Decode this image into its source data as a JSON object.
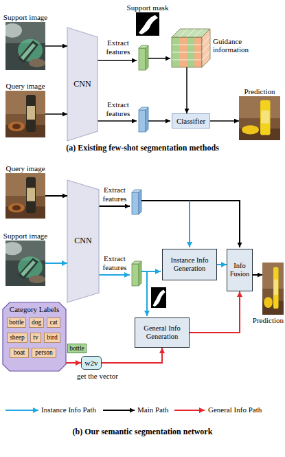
{
  "diagram": {
    "nodes": [
      {
        "text": [
          "Support image"
        ]
      },
      {
        "text": [
          "Support mask"
        ]
      },
      {
        "text": [
          "Guidance information"
        ]
      },
      {
        "text": [
          "CNN"
        ]
      },
      {
        "text": [
          "Prediction"
        ]
      },
      {
        "text": [
          "Query image"
        ]
      },
      {
        "text": [
          "Classifier"
        ]
      },
      {
        "text": [
          "Query image"
        ]
      },
      {
        "text": [
          "CNN"
        ]
      },
      {
        "text": [
          "Support image"
        ]
      },
      {
        "text": [
          "Instance Info Generation"
        ]
      },
      {
        "text": [
          "Info Fusion"
        ]
      },
      {
        "text": [
          "Prediction"
        ]
      },
      {
        "text": [
          "Category Labels"
        ]
      },
      {
        "text": [
          "bottle"
        ],
        "in": 13
      },
      {
        "text": [
          "dog"
        ],
        "in": 13
      },
      {
        "text": [
          "cat"
        ],
        "in": 13
      },
      {
        "text": [
          "sheep"
        ],
        "in": 13
      },
      {
        "text": [
          "tv"
        ],
        "in": 13
      },
      {
        "text": [
          "bird"
        ],
        "in": 13
      },
      {
        "text": [
          "boat"
        ],
        "in": 13
      },
      {
        "text": [
          "person"
        ],
        "in": 13
      },
      {
        "text": [
          "bottle"
        ]
      },
      {
        "text": [
          "w2v"
        ]
      },
      {
        "text": [
          "General Info Generation"
        ]
      }
    ],
    "edges": [
      {
        "from": 0,
        "to": 3,
        "arrow": "to"
      },
      {
        "from": 5,
        "to": 3,
        "arrow": "to"
      },
      {
        "from": 2,
        "to": 6,
        "arrow": "to"
      },
      {
        "from": 6,
        "to": 4,
        "arrow": "to"
      },
      {
        "from": 7,
        "to": 8,
        "arrow": "to"
      },
      {
        "from": 9,
        "to": 8,
        "arrow": "to"
      },
      {
        "from": 10,
        "to": 11,
        "arrow": "to"
      },
      {
        "from": 11,
        "to": 12,
        "arrow": "to"
      },
      {
        "from": 24,
        "to": 11,
        "arrow": "to"
      },
      {
        "from": 13,
        "to": 23,
        "arrow": "to"
      },
      {
        "from": 23,
        "to": 24,
        "arrow": "to"
      }
    ],
    "labels": [
      "Extract features",
      "Extract features",
      "(a) Existing few-shot segmentation methods",
      "Extract features",
      "Extract features",
      "get the vector",
      "(b) Our semantic segmentation network"
    ],
    "legend": [
      {
        "text": "Instance Info Path"
      },
      {
        "text": "Main Path"
      },
      {
        "text": "General Info Path"
      }
    ]
  }
}
